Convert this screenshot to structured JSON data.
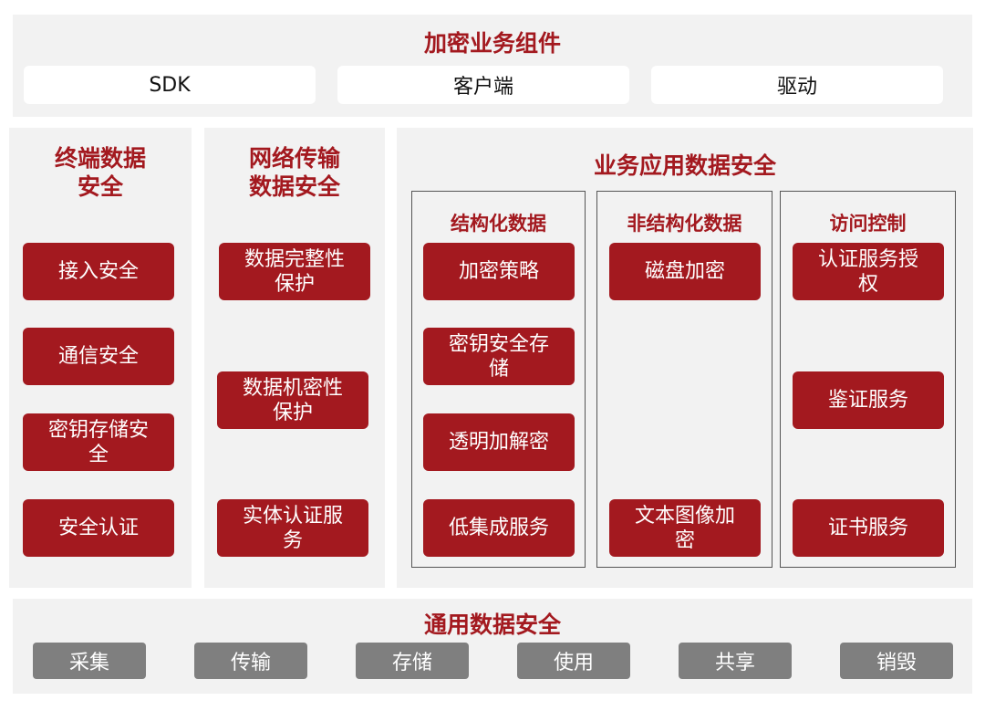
{
  "top": {
    "title": "加密业务组件",
    "items": [
      "SDK",
      "客户端",
      "驱动"
    ]
  },
  "terminal": {
    "title_lines": [
      "终端数据",
      "安全"
    ],
    "items": [
      [
        "接入安全"
      ],
      [
        "通信安全"
      ],
      [
        "密钥存储安",
        "全"
      ],
      [
        "安全认证"
      ]
    ]
  },
  "network": {
    "title_lines": [
      "网络传输",
      "数据安全"
    ],
    "items": [
      [
        "数据完整性",
        "保护"
      ],
      [
        "数据机密性",
        "保护"
      ],
      [
        "实体认证服",
        "务"
      ]
    ]
  },
  "app": {
    "title": "业务应用数据安全",
    "structured": {
      "title": "结构化数据",
      "items": [
        [
          "加密策略"
        ],
        [
          "密钥安全存",
          "储"
        ],
        [
          "透明加解密"
        ],
        [
          "低集成服务"
        ]
      ]
    },
    "unstructured": {
      "title": "非结构化数据",
      "items": [
        [
          "磁盘加密"
        ],
        [
          "文本图像加",
          "密"
        ]
      ]
    },
    "access": {
      "title": "访问控制",
      "items": [
        [
          "认证服务授",
          "权"
        ],
        [
          "鉴证服务"
        ],
        [
          "证书服务"
        ]
      ]
    }
  },
  "general": {
    "title": "通用数据安全",
    "items": [
      "采集",
      "传输",
      "存储",
      "使用",
      "共享",
      "销毁"
    ]
  },
  "colors": {
    "accent": "#a3191f",
    "panel": "#f2f2f2",
    "gray_button": "#7f7f7f"
  }
}
